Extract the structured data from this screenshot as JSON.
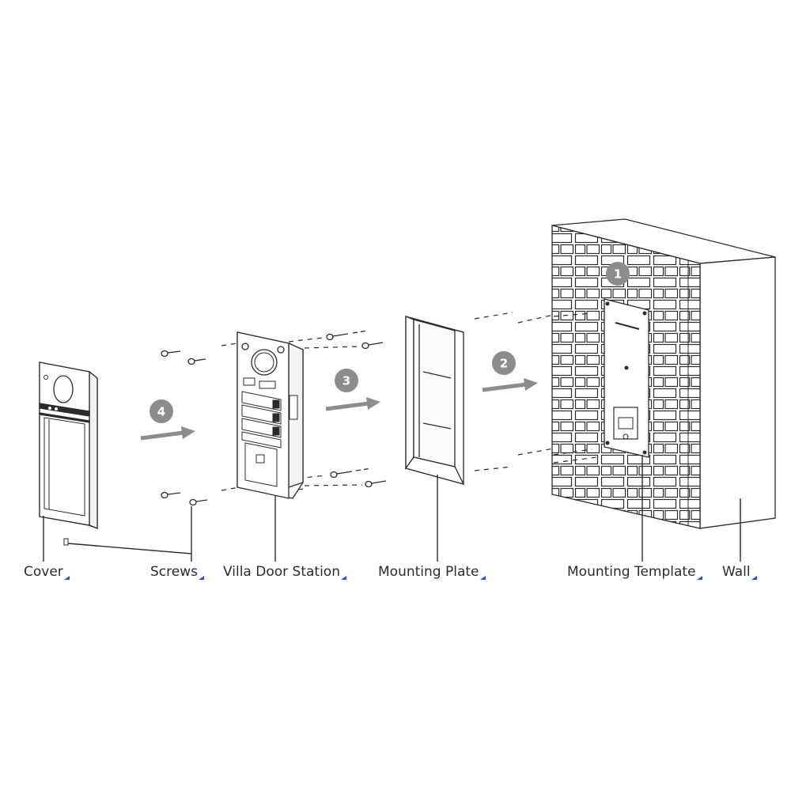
{
  "labels": {
    "cover": "Cover",
    "screws": "Screws",
    "villa_door_station": "Villa Door Station",
    "mounting_plate": "Mounting Plate",
    "mounting_template": "Mounting Template",
    "wall": "Wall"
  },
  "steps": {
    "one": "1",
    "two": "2",
    "three": "3",
    "four": "4"
  },
  "colors": {
    "line": "#2b2b2b",
    "step_badge": "#8c8c8c",
    "arrow": "#8c8c8c",
    "label_mark": "#2a4fd0"
  }
}
